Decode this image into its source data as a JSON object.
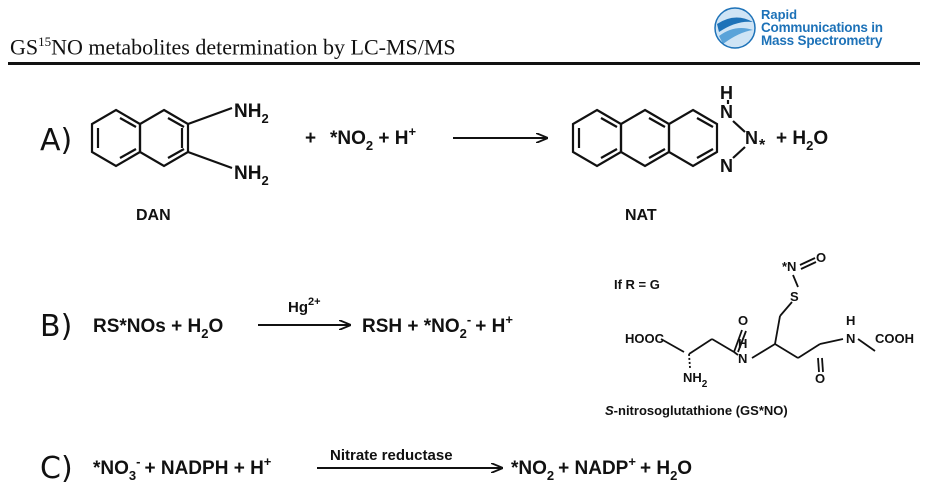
{
  "header": {
    "title_prefix": "GS",
    "title_superscript": "15",
    "title_suffix": "NO metabolites determination by LC-MS/MS",
    "logo_line1": "Rapid",
    "logo_line2": "Communications in",
    "logo_line3": "Mass Spectrometry",
    "logo_color": "#1d72b8"
  },
  "reaction_a": {
    "label": "A)",
    "reactant_name": "DAN",
    "product_name": "NAT",
    "nh2_top": "NH",
    "nh2_bottom": "NH",
    "sub_2": "2",
    "plus_1": "+",
    "no2_star": "*NO",
    "plus_2": "+ H",
    "sup_plus": "+",
    "product_h": "H",
    "product_n1": "N",
    "product_n2": "N",
    "product_n3": "N",
    "star": "*",
    "plus_h2o": "+ H",
    "h2o_o": "O"
  },
  "reaction_b": {
    "label": "B)",
    "left": "RS*NOs + H",
    "left_o": "O",
    "catalyst": "Hg",
    "catalyst_sup": "2+",
    "right_1": "RSH + *NO",
    "right_sup": "-",
    "right_2": "+ H",
    "condition": "If R = G",
    "hooc": "HOOC",
    "cooh": "COOH",
    "nh2": "NH",
    "n_star": "*N",
    "o_atom": "O",
    "s_atom": "S",
    "nh_h": "H",
    "n_atom": "N",
    "amide_h": "H",
    "compound_italic": "S",
    "compound_name": "-nitrosoglutathione (GS*NO)"
  },
  "reaction_c": {
    "label": "C)",
    "left_1": "*NO",
    "left_sub": "3",
    "left_sup": "-",
    "left_2": "+ NADPH + H",
    "enzyme": "Nitrate reductase",
    "right_1": "*NO",
    "right_2": "+ NADP",
    "right_3": "+ H",
    "right_o": "O"
  }
}
